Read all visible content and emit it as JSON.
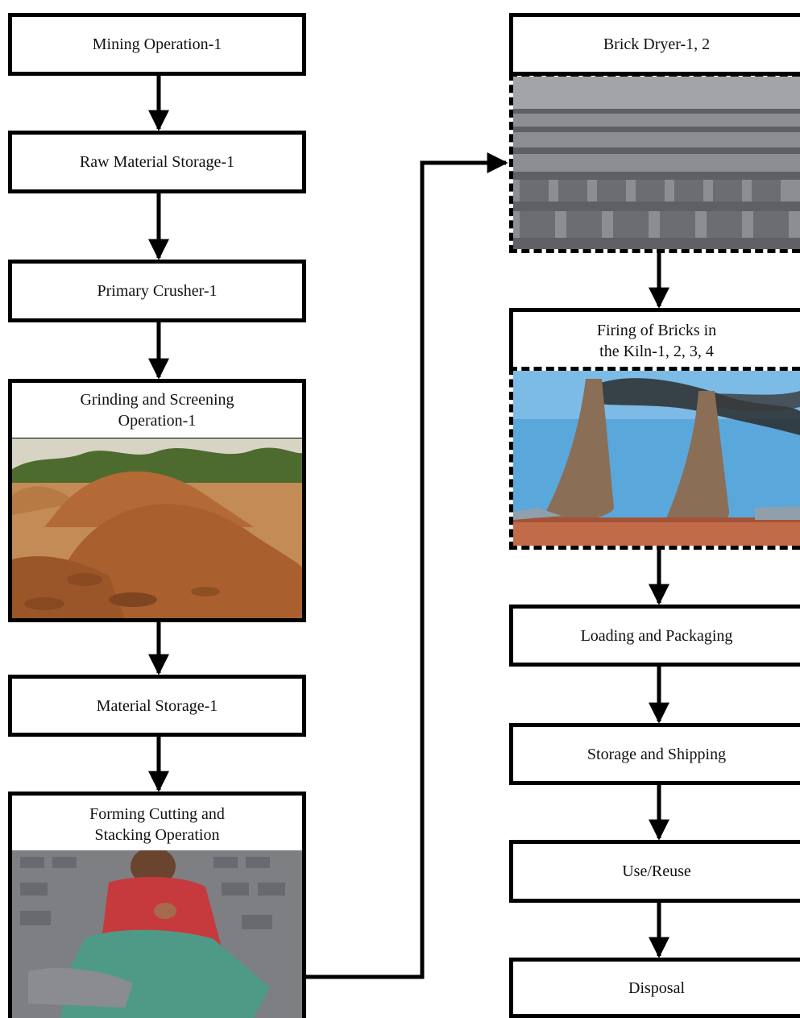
{
  "left_column": {
    "mining": "Mining Operation-1",
    "raw_storage": "Raw Material Storage-1",
    "primary_crusher": "Primary Crusher-1",
    "grinding": "Grinding and Screening\nOperation-1",
    "material_storage": "Material Storage-1",
    "forming": "Forming Cutting and\nStacking Operation"
  },
  "right_column": {
    "dryer": "Brick Dryer-1, 2",
    "firing": "Firing of Bricks in\nthe Kiln-1, 2, 3, 4",
    "loading": "Loading and Packaging",
    "storage_shipping": "Storage and Shipping",
    "use_reuse": "Use/Reuse",
    "disposal": "Disposal"
  },
  "colors": {
    "box_border": "#000000",
    "soil": "#b5703a",
    "sky": "#5aa7dc",
    "brick_gray": "#6e6e72",
    "smoke": "#2b2b2b"
  }
}
